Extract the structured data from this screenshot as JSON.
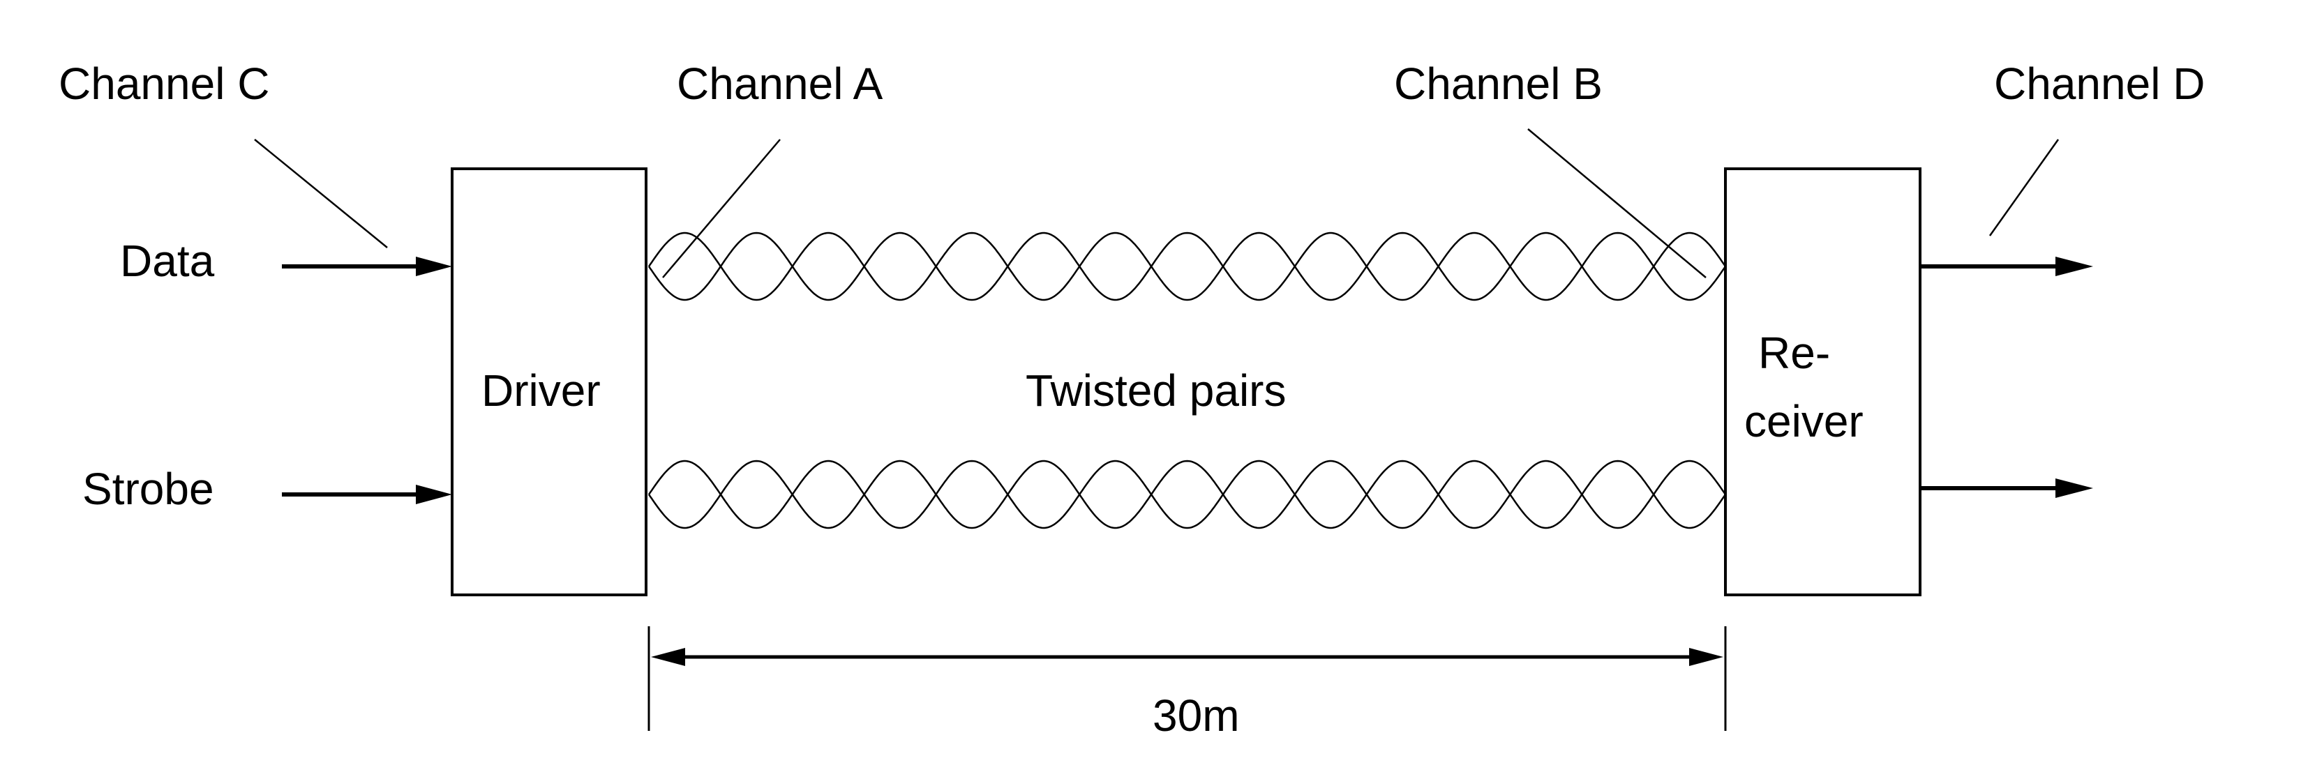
{
  "labels": {
    "channel_c": "Channel C",
    "channel_a": "Channel A",
    "channel_b": "Channel B",
    "channel_d": "Channel D",
    "data": "Data",
    "strobe": "Strobe",
    "driver": "Driver",
    "receiver_line1": "Re-",
    "receiver_line2": "ceiver",
    "twisted_pairs": "Twisted pairs",
    "distance": "30m"
  },
  "colors": {
    "ink": "#000000",
    "background": "#ffffff"
  }
}
